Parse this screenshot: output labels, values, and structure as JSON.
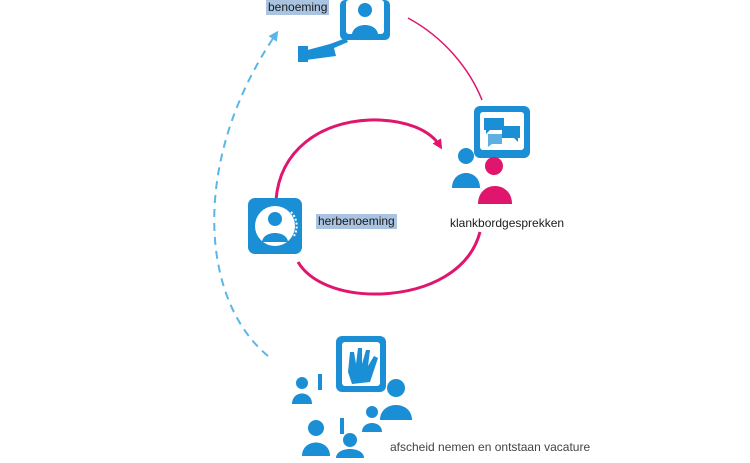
{
  "labels": {
    "benoeming": "benoeming",
    "herbenoeming": "herbenoeming",
    "klankbordgesprekken": "klankbordgesprekken",
    "afscheid": "afscheid nemen en ontstaan vacature"
  },
  "colors": {
    "blue": "#1a8fd6",
    "magenta": "#e0156e",
    "light_blue_dashed": "#5bb6e8",
    "highlight": "#a9c3e0"
  },
  "icons": {
    "benoeming": "pointing-hand-portrait-icon",
    "klankbordgesprekken": "chat-people-icon",
    "herbenoeming": "rotating-portrait-icon",
    "afscheid": "waving-crowd-icon"
  }
}
